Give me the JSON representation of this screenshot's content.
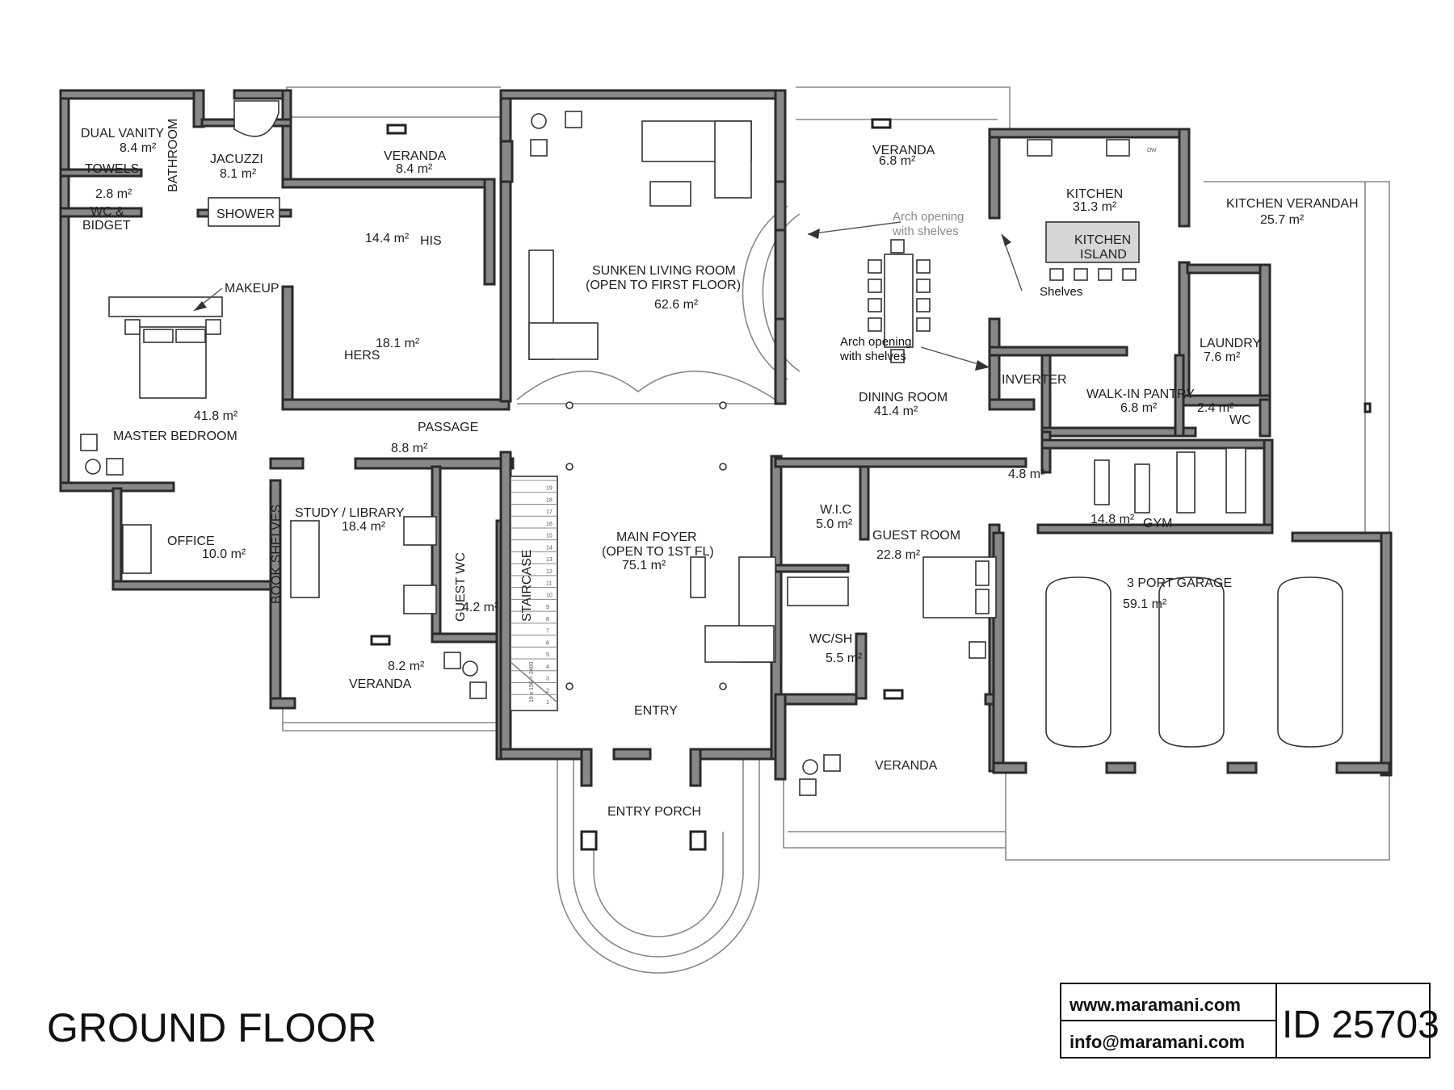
{
  "title": "GROUND FLOOR",
  "brand": {
    "website": "www.maramani.com",
    "email": "info@maramani.com",
    "plan_id": "ID 25703"
  },
  "rooms": {
    "dual_vanity": {
      "name": "DUAL VANITY",
      "area": "8.4 m²"
    },
    "towels": {
      "name": "TOWELS"
    },
    "bathroom": {
      "name": "BATHROOM"
    },
    "jacuzzi": {
      "name": "JACUZZI",
      "area": "8.1 m²"
    },
    "shower": {
      "name": "SHOWER"
    },
    "wc_bidget": {
      "name_1": "WC &",
      "name_2": "BIDGET",
      "area": "2.8 m²"
    },
    "veranda_top": {
      "name": "VERANDA",
      "area": "8.4 m²"
    },
    "his": {
      "name": "HIS",
      "area": "14.4 m²"
    },
    "hers": {
      "name": "HERS",
      "area": "18.1 m²"
    },
    "makeup": {
      "name": "MAKEUP"
    },
    "master_bedroom": {
      "name": "MASTER BEDROOM",
      "area": "41.8 m²"
    },
    "office": {
      "name": "OFFICE",
      "area": "10.0 m²"
    },
    "book_shelves": {
      "name": "BOOK SHELVES"
    },
    "passage": {
      "name": "PASSAGE",
      "area": "8.8 m²"
    },
    "study": {
      "name": "STUDY / LIBRARY",
      "area": "18.4 m²"
    },
    "guest_wc": {
      "name": "GUEST WC",
      "area": "4.2 m²"
    },
    "staircase": {
      "name": "STAIRCASE",
      "note": "16 x 150 = 2400"
    },
    "veranda_study": {
      "name": "VERANDA",
      "area": "8.2 m²"
    },
    "living": {
      "name_1": "SUNKEN LIVING ROOM",
      "name_2": "(OPEN TO FIRST FLOOR)",
      "area": "62.6 m²"
    },
    "foyer": {
      "name_1": "MAIN FOYER",
      "name_2": "(OPEN TO 1ST FL)",
      "area": "75.1 m²"
    },
    "entry": {
      "name": "ENTRY"
    },
    "entry_porch": {
      "name": "ENTRY PORCH"
    },
    "veranda_dining": {
      "name": "VERANDA",
      "area": "6.8 m²"
    },
    "arch_note_1": {
      "line_1": "Arch opening",
      "line_2": "with shelves"
    },
    "arch_note_2": {
      "line_1": "Arch opening",
      "line_2": "with shelves"
    },
    "dining": {
      "name": "DINING ROOM",
      "area": "41.4 m²"
    },
    "kitchen": {
      "name": "KITCHEN",
      "area": "31.3 m²"
    },
    "kitchen_island": {
      "name_1": "KITCHEN",
      "name_2": "ISLAND"
    },
    "shelves": {
      "name": "Shelves"
    },
    "dw": {
      "name": "DW"
    },
    "kitchen_verandah": {
      "name": "KITCHEN VERANDAH",
      "area": "25.7 m²"
    },
    "laundry": {
      "name": "LAUNDRY",
      "area": "7.6 m²"
    },
    "inverter": {
      "name": "INVERTER"
    },
    "pantry": {
      "name": "WALK-IN PANTRY",
      "area": "6.8 m²"
    },
    "wc_small": {
      "name": "WC",
      "area": "2.4 m²"
    },
    "lobby": {
      "area": "4.8 m²"
    },
    "gym": {
      "name": "GYM",
      "area": "14.8 m²"
    },
    "wic": {
      "name": "W.I.C",
      "area": "5.0 m²"
    },
    "guest_room": {
      "name": "GUEST ROOM",
      "area": "22.8 m²"
    },
    "wc_sh": {
      "name": "WC/SH",
      "area": "5.5 m²"
    },
    "veranda_guest": {
      "name": "VERANDA"
    },
    "garage": {
      "name": "3 PORT GARAGE",
      "area": "59.1 m²"
    }
  },
  "staircase_steps": [
    "1",
    "2",
    "3",
    "4",
    "5",
    "6",
    "7",
    "8",
    "9",
    "10",
    "11",
    "12",
    "13",
    "14",
    "15",
    "16",
    "17",
    "18",
    "19"
  ]
}
